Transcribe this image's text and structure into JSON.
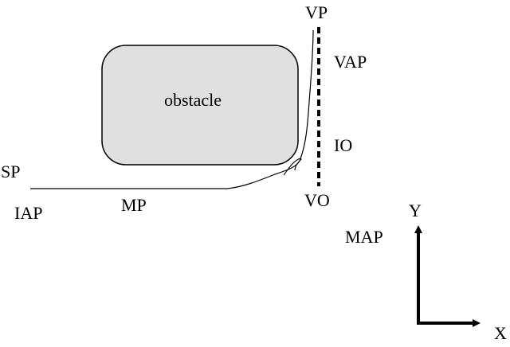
{
  "colors": {
    "background": "#ffffff",
    "ink": "#000000",
    "obstacle_fill": "#e0e0e0"
  },
  "obstacle": {
    "label": "obstacle"
  },
  "labels": {
    "vp": "VP",
    "vap": "VAP",
    "io": "IO",
    "vo": "VO",
    "sp": "SP",
    "iap": "IAP",
    "mp": "MP",
    "map": "MAP"
  },
  "axes": {
    "x_label": "X",
    "y_label": "Y"
  }
}
